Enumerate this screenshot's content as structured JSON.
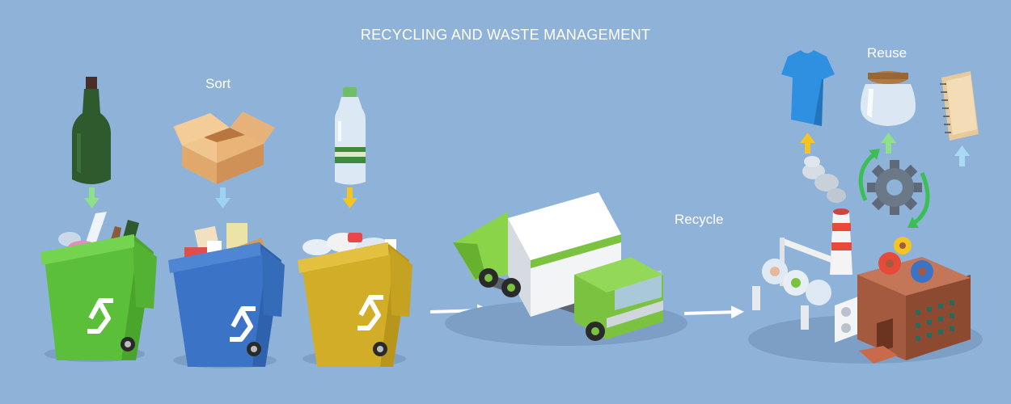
{
  "title": "RECYCLING AND WASTE MANAGEMENT",
  "steps": {
    "sort": "Sort",
    "recycle": "Recycle",
    "reuse": "Reuse"
  },
  "icons": [
    "glass-bottle-icon",
    "cardboard-box-icon",
    "plastic-bottle-icon",
    "green-bin-icon",
    "blue-bin-icon",
    "yellow-bin-icon",
    "garbage-truck-icon",
    "factory-icon",
    "gear-icon",
    "t-shirt-icon",
    "glass-jar-icon",
    "notebook-icon",
    "recycle-symbol-icon"
  ],
  "colors": {
    "background": "#8fb2d9",
    "green_bin": "#5cbf3a",
    "blue_bin": "#3b74c6",
    "yellow_bin": "#d2ad27",
    "truck_accent": "#7cc241",
    "factory_brick": "#a45a3e"
  }
}
